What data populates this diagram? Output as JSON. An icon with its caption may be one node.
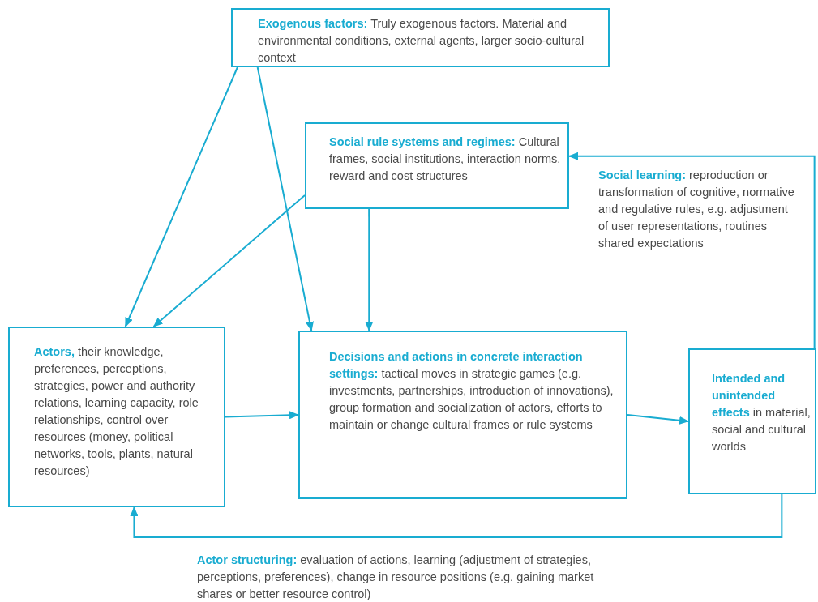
{
  "diagram": {
    "nodes": [
      {
        "text": [
          "**Exogenous factors:** Truly exogenous factors. Material and environmental conditions, external agents, larger socio-cultural context"
        ]
      },
      {
        "text": [
          "**Social rule systems and regimes:** Cultural frames, social institutions, interaction norms, reward and cost structures"
        ]
      },
      {
        "text": [
          "**Actors,** their knowledge, preferences, perceptions, strategies, power and authority relations, learning capacity, role relationships, control over resources (money, political networks, tools, plants, natural resources)"
        ]
      },
      {
        "text": [
          "**Decisions and actions in concrete interaction settings:** tactical moves in strategic games (e.g. investments, partnerships, introduction of innovations), group formation and socialization of actors, efforts to maintain or change cultural frames or rule systems"
        ]
      },
      {
        "text": [
          "**Intended and unintended effects** in material, social and cultural worlds"
        ]
      }
    ],
    "edges": [
      {
        "from": 0,
        "to": 2,
        "arrow": "to"
      },
      {
        "from": 0,
        "to": 3,
        "arrow": "to"
      },
      {
        "from": 1,
        "to": 2,
        "arrow": "to"
      },
      {
        "from": 1,
        "to": 3,
        "arrow": "to"
      },
      {
        "from": 2,
        "to": 3,
        "arrow": "to"
      },
      {
        "from": 3,
        "to": 4,
        "arrow": "to"
      },
      {
        "from": 4,
        "to": 1,
        "arrow": "to",
        "label": "**Social learning:** reproduction or transformation of cognitive, normative and regulative rules, e.g. adjustment of user representations, routines shared expectations"
      },
      {
        "from": 4,
        "to": 2,
        "arrow": "to",
        "label": "**Actor structuring:** evaluation of actions, learning (adjustment of strategies, perceptions, preferences), change in resource positions (e.g. gaining market shares or better resource control)"
      }
    ]
  }
}
